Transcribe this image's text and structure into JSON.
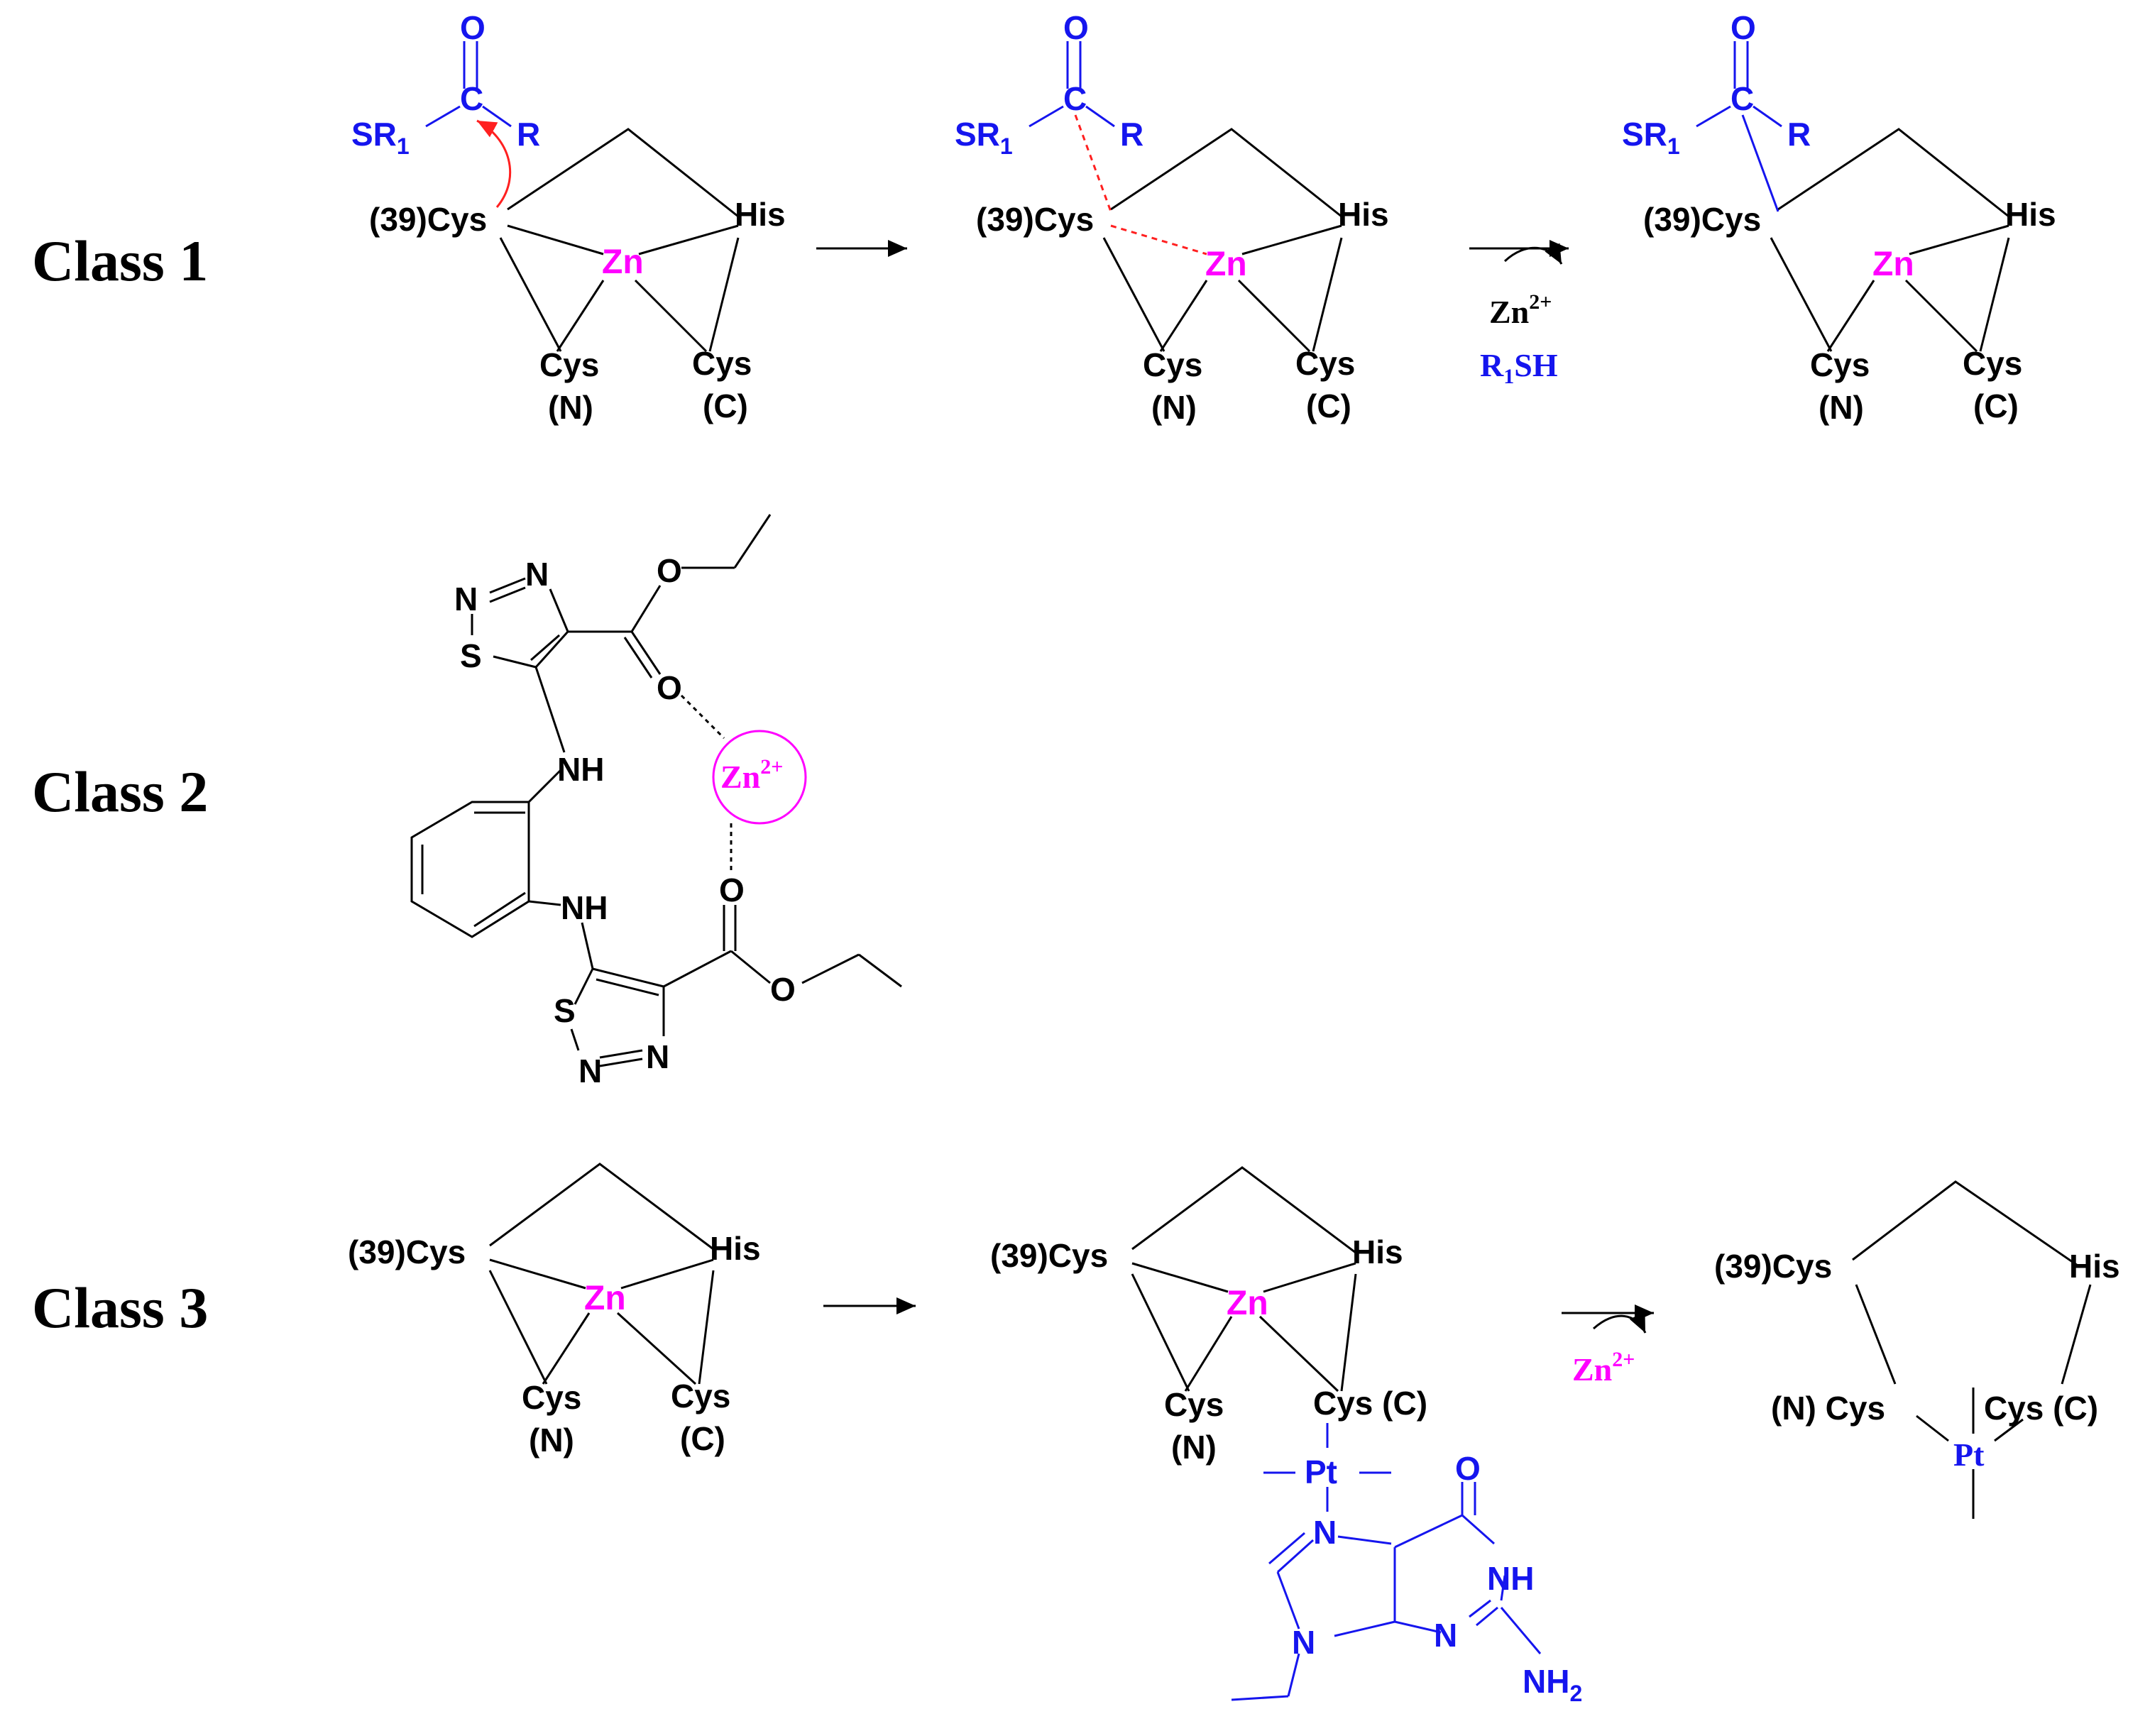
{
  "classes": [
    {
      "label": "Class 1"
    },
    {
      "label": "Class 2"
    },
    {
      "label": "Class 3"
    }
  ],
  "cluster": {
    "cys39": "(39)Cys",
    "his": "His",
    "zn": "Zn",
    "cys": "Cys",
    "n_term": "(N)",
    "c_term": "(C)",
    "cys_c": "Cys (C)",
    "n_cys": "(N) Cys"
  },
  "class1": {
    "oxygen": "O",
    "carbon": "C",
    "sr": "SR",
    "sr_sub": "1",
    "r": "R",
    "arrow_zn": "Zn",
    "arrow_zn_sup": "2+",
    "arrow_r": "R",
    "arrow_r_sub": "1",
    "arrow_sh": "SH"
  },
  "class2": {
    "n": "N",
    "s": "S",
    "o": "O",
    "nh": "NH",
    "zn": "Zn",
    "zn_sup": "2+"
  },
  "class3": {
    "pt": "Pt",
    "n": "N",
    "o": "O",
    "nh": "NH",
    "nh2": "NH",
    "nh2_sub": "2",
    "arrow_zn": "Zn",
    "arrow_zn_sup": "2+"
  },
  "colors": {
    "zinc": "#ff00ff",
    "ligand": "#1515ee",
    "attack_arrow": "#ff2020",
    "bonds": "#000000"
  }
}
